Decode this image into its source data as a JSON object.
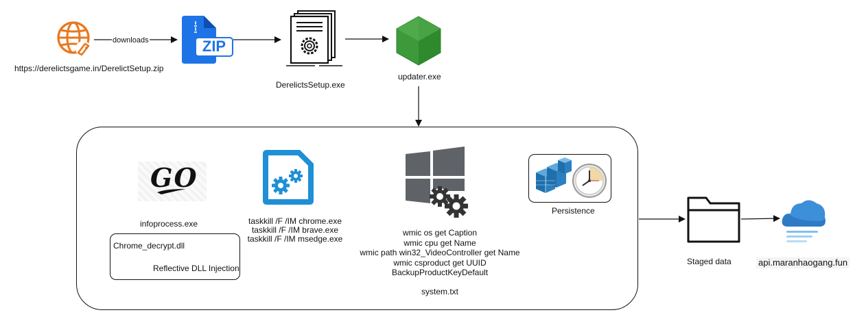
{
  "nodes": {
    "source_url": "https://derelictsgame.in/DerelictSetup.zip",
    "edge_downloads": "downloads",
    "zip_icon_text": "ZIP",
    "setup_exe": "DerelictsSetup.exe",
    "updater_exe": "updater.exe",
    "go_logo_text": "GO",
    "infoprocess": "infoprocess.exe",
    "dll_name": "Chrome_decrypt.dll",
    "dll_technique": "Reflective DLL Injection",
    "taskkill_lines": [
      "taskkill /F /IM chrome.exe",
      "taskkill /F /IM brave.exe",
      "taskkill /F /IM msedge.exe"
    ],
    "wmic_lines": [
      "wmic os get Caption",
      "wmic cpu get Name",
      "wmic path win32_VideoController get Name",
      "wmic csproduct get UUID",
      "BackupProductKeyDefault"
    ],
    "system_txt": "system.txt",
    "persistence": "Persistence",
    "staged_data": "Staged data",
    "c2_domain": "api.maranhaogang.fun"
  },
  "colors": {
    "globe_orange": "#e8781e",
    "zip_blue": "#1e74e6",
    "node_green": "#3c9a3a",
    "gear_app_blue": "#1f8fd6",
    "windows_gray": "#5f6368",
    "cloud_blue": "#3d8fd9",
    "registry_blue": "#2c7fc0"
  },
  "icons": {
    "source": "globe-icon",
    "archive": "zip-file-icon",
    "installer": "document-gear-icon",
    "updater": "nodejs-hexagon-icon",
    "go": "go-logo-icon",
    "taskkill": "app-gears-icon",
    "windows": "windows-gears-icon",
    "persistence": "registry-clock-icon",
    "staged": "folder-icon",
    "exfil": "cloud-icon"
  }
}
